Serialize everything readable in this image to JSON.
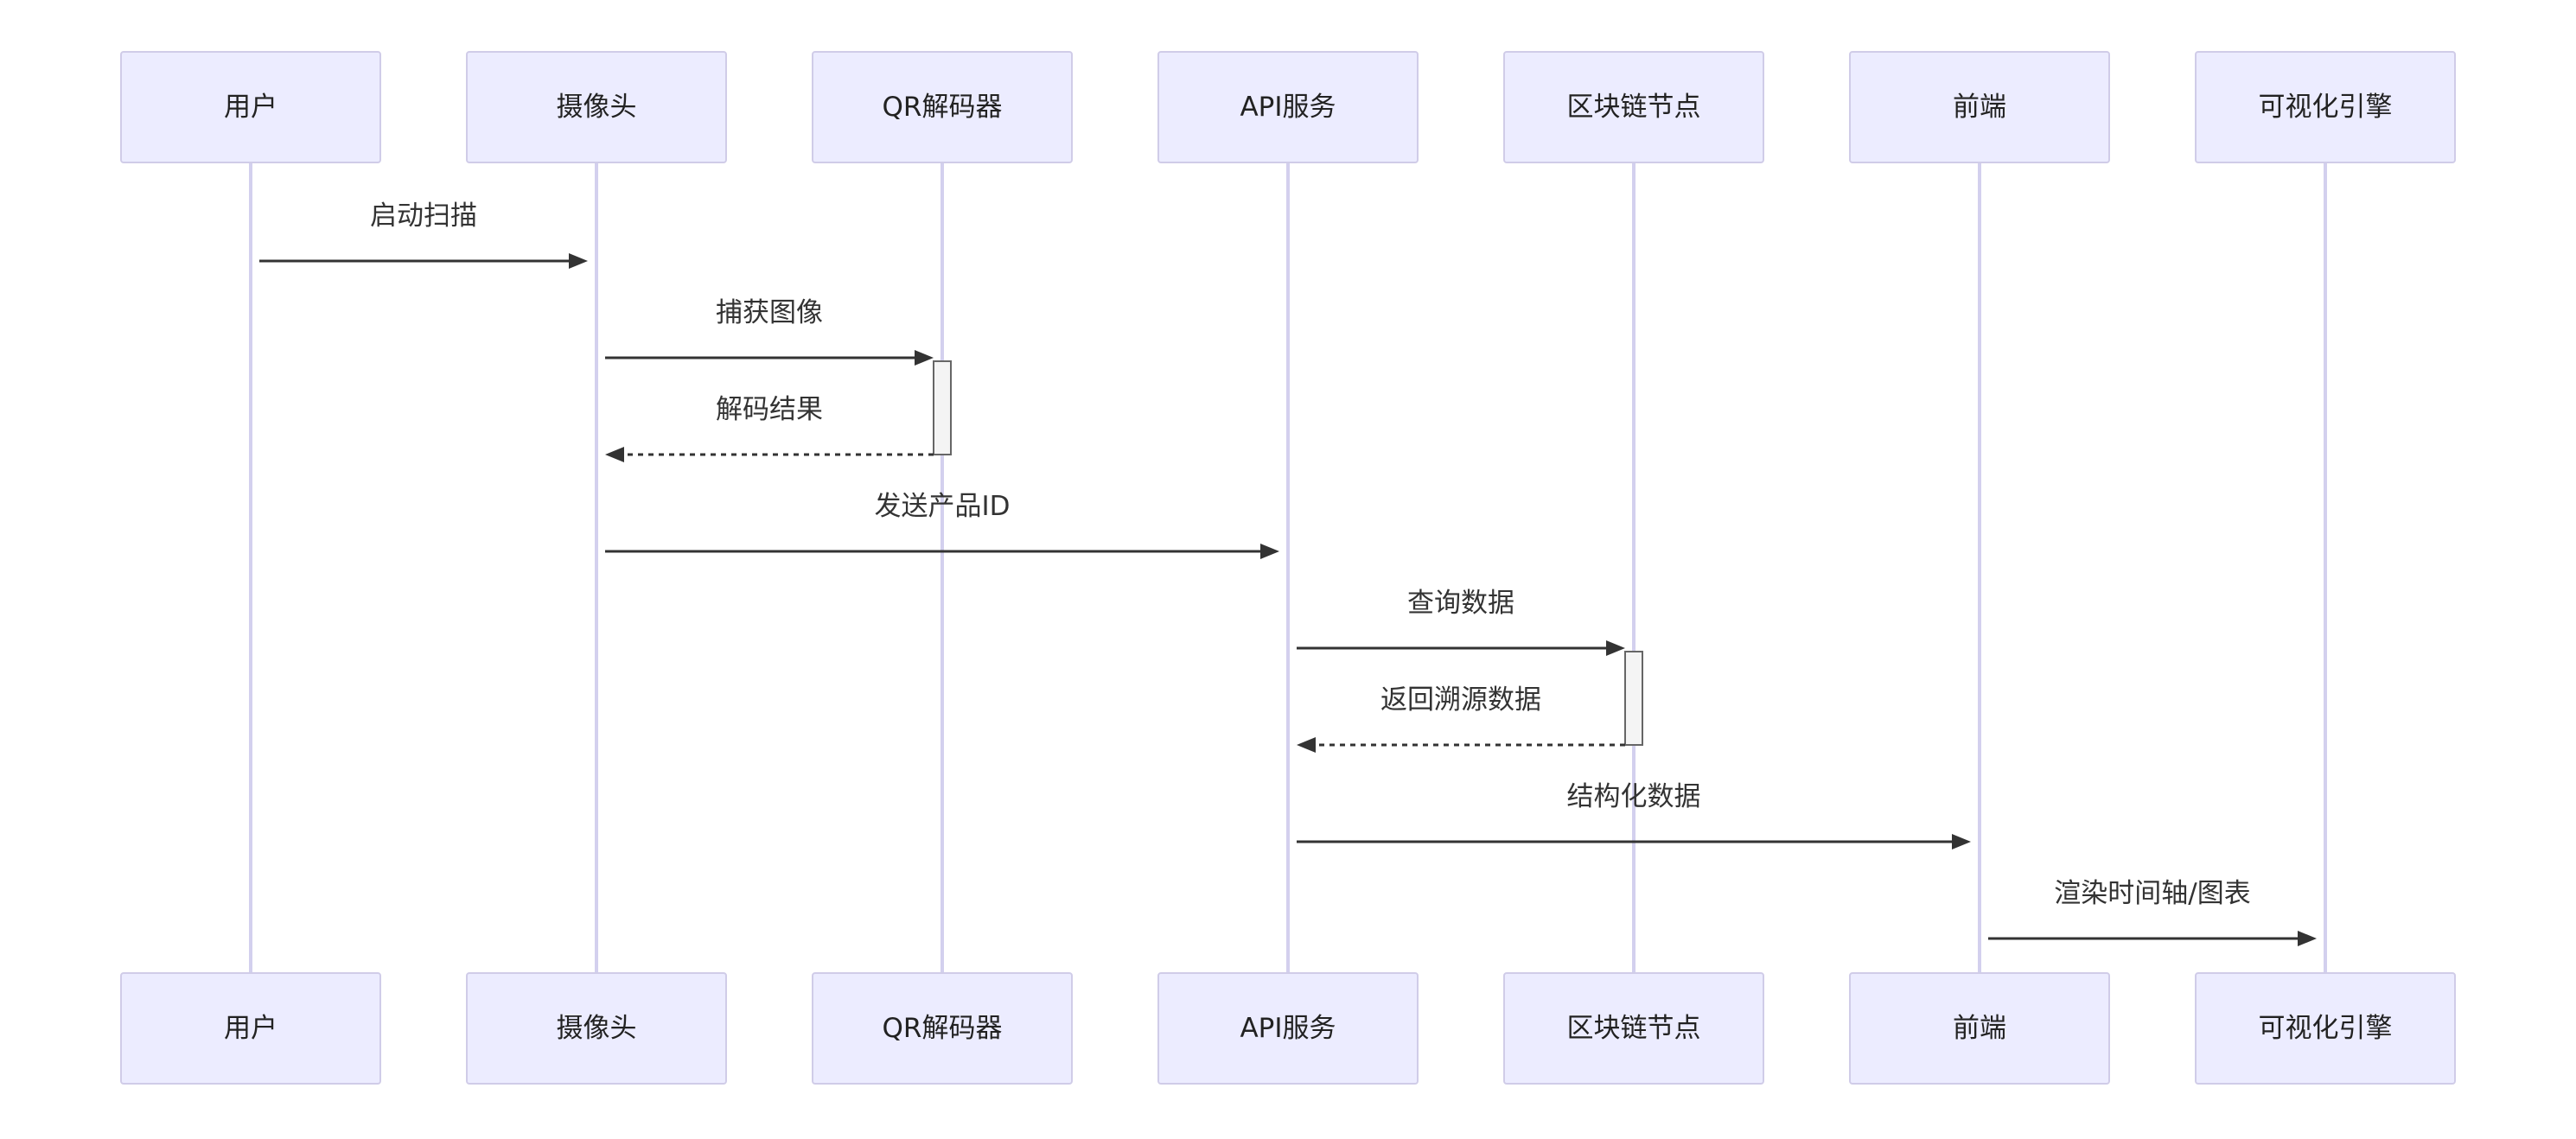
{
  "participants": [
    {
      "id": "user",
      "label": "用户"
    },
    {
      "id": "camera",
      "label": "摄像头"
    },
    {
      "id": "qr",
      "label": "QR解码器"
    },
    {
      "id": "api",
      "label": "API服务"
    },
    {
      "id": "chain",
      "label": "区块链节点"
    },
    {
      "id": "frontend",
      "label": "前端"
    },
    {
      "id": "viz",
      "label": "可视化引擎"
    }
  ],
  "messages": [
    {
      "from": "user",
      "to": "camera",
      "label": "启动扫描",
      "style": "solid"
    },
    {
      "from": "camera",
      "to": "qr",
      "label": "捕获图像",
      "style": "solid"
    },
    {
      "from": "qr",
      "to": "camera",
      "label": "解码结果",
      "style": "dashed"
    },
    {
      "from": "camera",
      "to": "api",
      "label": "发送产品ID",
      "style": "solid"
    },
    {
      "from": "api",
      "to": "chain",
      "label": "查询数据",
      "style": "solid"
    },
    {
      "from": "chain",
      "to": "api",
      "label": "返回溯源数据",
      "style": "dashed"
    },
    {
      "from": "api",
      "to": "frontend",
      "label": "结构化数据",
      "style": "solid"
    },
    {
      "from": "frontend",
      "to": "viz",
      "label": "渲染时间轴/图表",
      "style": "solid"
    }
  ],
  "activations": [
    {
      "participant": "qr",
      "from_message": 1,
      "to_message": 2
    },
    {
      "participant": "chain",
      "from_message": 4,
      "to_message": 5
    }
  ],
  "colors": {
    "actor_fill": "#ececff",
    "actor_border": "#d0cce8",
    "lifeline": "#d3d0ee",
    "arrow": "#333333"
  }
}
